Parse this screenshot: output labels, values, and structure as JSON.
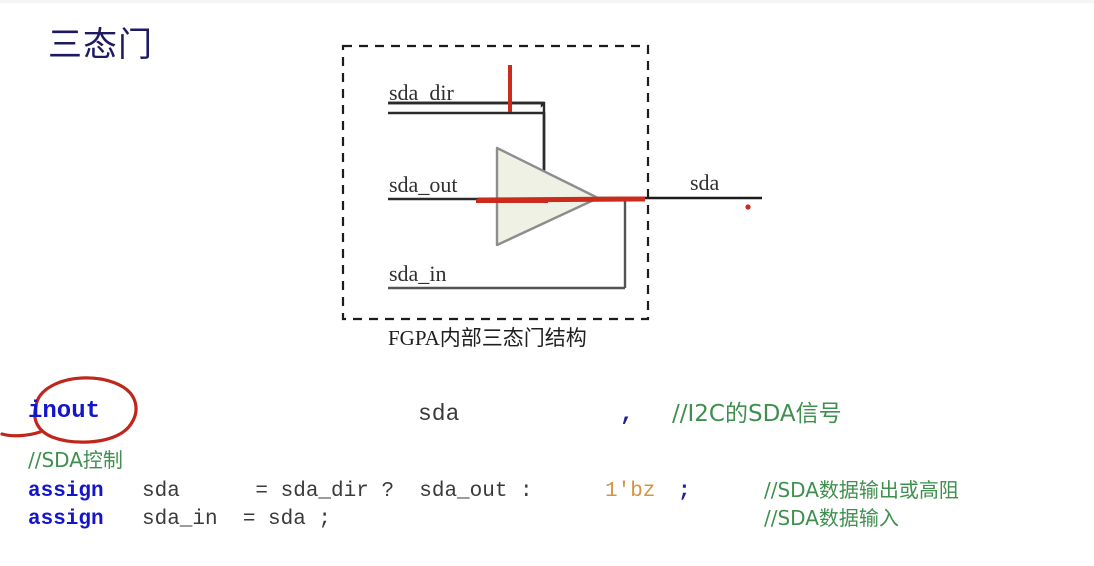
{
  "slide": {
    "title": "三态门",
    "background_color": "#ffffff",
    "title_color": "#1d1a63"
  },
  "diagram": {
    "caption": "FGPA内部三态门结构",
    "box_label": "FPGA boundary (dashed)",
    "signals": {
      "dir": "sda_dir",
      "out": "sda_out",
      "in": "sda_in",
      "pad": "sda"
    },
    "colors": {
      "wire": "#2b2b2b",
      "annotation_red": "#cc2a1b",
      "buffer_fill": "#eef1e4",
      "buffer_stroke": "#8d8d8d",
      "dashed_box": "#1c1c1c"
    },
    "annotations": [
      "red highlight on sda_out to sda path",
      "red tick above sda_dir wire",
      "red dot under sda wire"
    ]
  },
  "code": {
    "line1": {
      "keyword": "inout",
      "signal": "sda",
      "comma": ",",
      "comment": "//I2C的SDA信号"
    },
    "line2": {
      "comment": "//SDA控制"
    },
    "line3": {
      "keyword": "assign",
      "body": "sda      = sda_dir ?  sda_out : ",
      "literal": "1'bz",
      "terminator": ";",
      "comment": "//SDA数据输出或高阻"
    },
    "line4": {
      "keyword": "assign",
      "body": "sda_in  = sda ;",
      "comment": "//SDA数据输入"
    },
    "colors": {
      "keyword": "#1414cc",
      "identifier": "#3a3a3a",
      "comment": "#3f8f4f",
      "literal": "#d39445",
      "punctuation": "#21219c"
    }
  },
  "handwriting": {
    "circle_target": "inout",
    "circle_color": "#c0271c"
  }
}
